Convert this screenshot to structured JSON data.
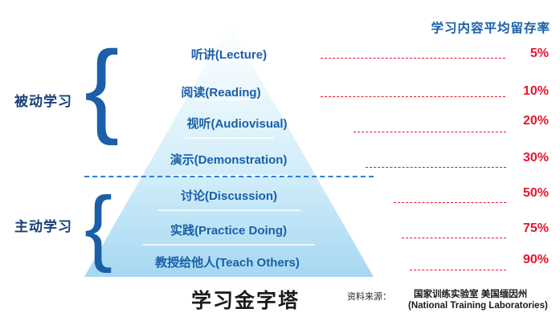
{
  "diagram": {
    "title": "学习金字塔",
    "retention_title": "学习内容平均留存率",
    "groups": [
      {
        "label": "被动学习"
      },
      {
        "label": "主动学习"
      }
    ],
    "layers": [
      {
        "label": "听讲(Lecture)",
        "retention": "5%"
      },
      {
        "label": "阅读(Reading)",
        "retention": "10%"
      },
      {
        "label": "视听(Audiovisual)",
        "retention": "20%"
      },
      {
        "label": "演示(Demonstration)",
        "retention": "30%"
      },
      {
        "label": "讨论(Discussion)",
        "retention": "50%"
      },
      {
        "label": "实践(Practice Doing)",
        "retention": "75%"
      },
      {
        "label": "教授给他人(Teach Others)",
        "retention": "90%"
      }
    ],
    "source": {
      "prefix": "资料来源：",
      "line1": "国家训练实验室 美国缅因州",
      "line2": "(National Training Laboratories)"
    },
    "colors": {
      "accent_blue": "#1a5fa8",
      "retention_red": "#e8142d",
      "pyramid_top": "#ffffff",
      "pyramid_bottom": "#a9d8f2"
    }
  }
}
